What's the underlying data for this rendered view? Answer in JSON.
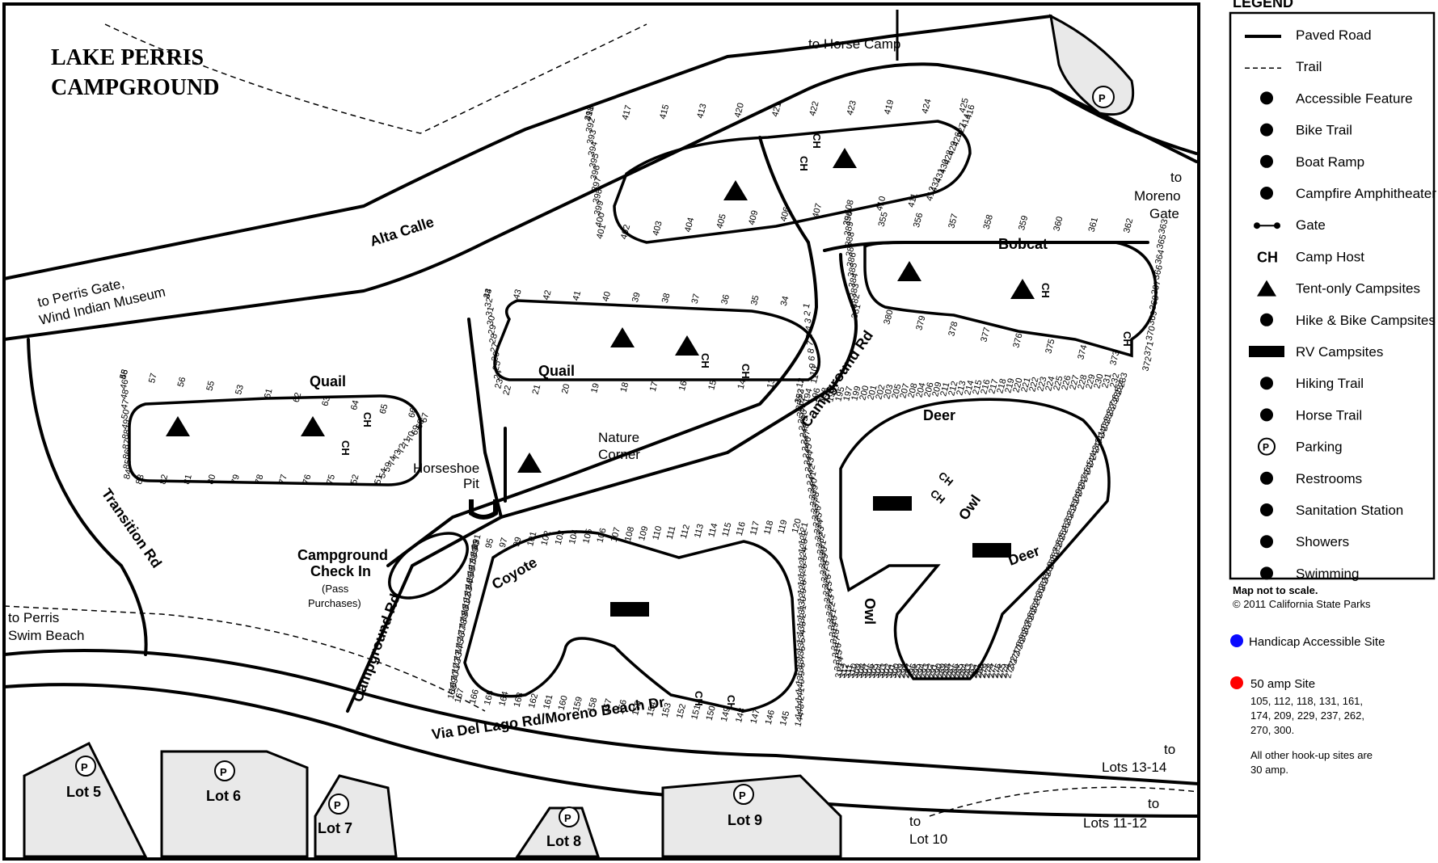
{
  "map": {
    "title_line1": "LAKE PERRIS",
    "title_line2": "CAMPGROUND"
  },
  "roads": {
    "alta_calle": "Alta Calle",
    "campground_rd_upper": "Campground Rd",
    "campground_rd_lower": "Campground Rd",
    "transition_rd": "Transition Rd",
    "via_del_lago": "Via Del Lago Rd/Moreno Beach Dr"
  },
  "directions": {
    "horse_camp": "to Horse Camp",
    "perris_gate_1": "to Perris Gate,",
    "perris_gate_2": "Wind Indian Museum",
    "moreno_gate_1": "to",
    "moreno_gate_2": "Moreno",
    "moreno_gate_3": "Gate",
    "swim_beach_1": "to Perris",
    "swim_beach_2": "Swim Beach",
    "lots_13_14_1": "to",
    "lots_13_14_2": "Lots 13-14",
    "lots_11_12_1": "to",
    "lots_11_12_2": "Lots 11-12",
    "lot_10_1": "to",
    "lot_10_2": "Lot 10"
  },
  "places": {
    "horseshoe_pit_1": "Horseshoe",
    "horseshoe_pit_2": "Pit",
    "nature_corner_1": "Nature",
    "nature_corner_2": "Corner",
    "check_in_1": "Campground",
    "check_in_2": "Check In",
    "check_in_3": "(Pass",
    "check_in_4": "Purchases)"
  },
  "loops": {
    "quail_left": "Quail",
    "quail_mid": "Quail",
    "bobcat": "Bobcat",
    "deer_top": "Deer",
    "deer_right": "Deer",
    "owl_mid": "Owl",
    "owl_left": "Owl",
    "coyote": "Coyote"
  },
  "lots": {
    "lot5": "Lot 5",
    "lot6": "Lot 6",
    "lot7": "Lot 7",
    "lot8": "Lot 8",
    "lot9": "Lot 9"
  },
  "symbols": {
    "parking": "P",
    "camp_host": "CH"
  },
  "legend": {
    "title": "LEGEND",
    "items": [
      {
        "label": "Paved Road",
        "icon": "paved-road-line"
      },
      {
        "label": "Trail",
        "icon": "trail-dashed-line"
      },
      {
        "label": "Accessible Feature",
        "icon": "wheelchair-icon"
      },
      {
        "label": "Bike Trail",
        "icon": "bicycle-icon"
      },
      {
        "label": "Boat Ramp",
        "icon": "boat-ramp-icon"
      },
      {
        "label": "Campfire Amphitheater",
        "icon": "campfire-amphitheater-icon"
      },
      {
        "label": "Gate",
        "icon": "gate-icon"
      },
      {
        "label": "Camp Host",
        "icon": "camp-host-icon"
      },
      {
        "label": "Tent-only Campsites",
        "icon": "tent-icon"
      },
      {
        "label": "Hike & Bike Campsites",
        "icon": "hike-bike-icon"
      },
      {
        "label": "RV Campsites",
        "icon": "rv-icon"
      },
      {
        "label": "Hiking Trail",
        "icon": "footprint-icon"
      },
      {
        "label": "Horse Trail",
        "icon": "horseshoe-icon"
      },
      {
        "label": "Parking",
        "icon": "parking-icon"
      },
      {
        "label": "Restrooms",
        "icon": "restroom-icon"
      },
      {
        "label": "Sanitation Station",
        "icon": "sanitation-icon"
      },
      {
        "label": "Showers",
        "icon": "shower-icon"
      },
      {
        "label": "Swimming",
        "icon": "swimmer-icon"
      }
    ],
    "scale_note": "Map not to scale.",
    "copyright": "© 2011 California State Parks",
    "handicap_site": "Handicap Accessible Site",
    "amp50_title": "50 amp Site",
    "amp50_lines": [
      "105, 112, 118, 131, 161,",
      "174, 209, 229, 237, 262,",
      "270, 300."
    ],
    "other_lines": [
      "All other hook-up sites are",
      "30 amp."
    ],
    "colors": {
      "handicap": "#0a0aff",
      "amp50": "#ff0000"
    }
  },
  "sites": {
    "quail_left": [
      "58",
      "57",
      "56",
      "55",
      "53",
      "61",
      "62",
      "63",
      "64",
      "65",
      "66",
      "67",
      "68",
      "69",
      "70",
      "71",
      "72",
      "73",
      "74",
      "59",
      "54",
      "51",
      "52",
      "75",
      "76",
      "77",
      "78",
      "79",
      "80",
      "81",
      "82",
      "83",
      "84",
      "85",
      "86",
      "87",
      "88",
      "49",
      "50",
      "47",
      "48",
      "46",
      "45"
    ],
    "quail_mid": [
      "44",
      "43",
      "42",
      "41",
      "40",
      "39",
      "38",
      "37",
      "36",
      "35",
      "34",
      "1",
      "2",
      "3",
      "4",
      "5",
      "7",
      "8",
      "6",
      "9",
      "10",
      "11",
      "12",
      "13",
      "14",
      "15",
      "16",
      "17",
      "18",
      "19",
      "20",
      "21",
      "22",
      "23",
      "24",
      "25",
      "26",
      "27",
      "28",
      "29",
      "30",
      "31",
      "32",
      "33"
    ],
    "upper_loop": [
      "418",
      "417",
      "415",
      "413",
      "420",
      "421",
      "422",
      "423",
      "419",
      "424",
      "425",
      "416",
      "414",
      "427",
      "426",
      "429",
      "428",
      "430",
      "431",
      "432",
      "412",
      "411",
      "410",
      "408",
      "407",
      "406",
      "409",
      "405",
      "404",
      "403",
      "402",
      "401",
      "400",
      "399",
      "398",
      "397",
      "396",
      "395",
      "394",
      "393",
      "392",
      "391"
    ],
    "bobcat": [
      "354",
      "355",
      "356",
      "357",
      "358",
      "359",
      "360",
      "361",
      "362",
      "363",
      "365",
      "364",
      "366",
      "367",
      "368",
      "369",
      "370",
      "371",
      "372",
      "373",
      "374",
      "375",
      "376",
      "377",
      "378",
      "379",
      "380",
      "381",
      "382",
      "383",
      "384",
      "385",
      "386",
      "387",
      "388",
      "389",
      "390"
    ],
    "deer_owl": [
      "192",
      "194",
      "196",
      "198",
      "193",
      "195",
      "197",
      "199",
      "200",
      "201",
      "202",
      "203",
      "205",
      "207",
      "208",
      "204",
      "206",
      "209",
      "211",
      "212",
      "213",
      "214",
      "215",
      "216",
      "217",
      "218",
      "219",
      "220",
      "221",
      "222",
      "223",
      "224",
      "225",
      "226",
      "227",
      "228",
      "229",
      "230",
      "231",
      "232",
      "233",
      "234",
      "235",
      "236",
      "237",
      "238",
      "239",
      "240",
      "241",
      "242",
      "243",
      "244",
      "245",
      "246",
      "247",
      "248",
      "249",
      "250",
      "251",
      "252",
      "253",
      "254",
      "255",
      "256",
      "257",
      "258",
      "259",
      "260",
      "261",
      "262",
      "263",
      "264",
      "265",
      "266",
      "267",
      "268",
      "269",
      "270",
      "271",
      "272",
      "273",
      "274",
      "275",
      "276",
      "277",
      "278",
      "279",
      "280",
      "281",
      "282",
      "283",
      "284",
      "285",
      "286",
      "287",
      "288",
      "289",
      "290",
      "291",
      "292",
      "293",
      "294",
      "295",
      "296",
      "297",
      "298",
      "299",
      "300",
      "301",
      "302",
      "303",
      "304",
      "305",
      "306",
      "307",
      "308",
      "309",
      "310",
      "311",
      "312",
      "313",
      "314",
      "315",
      "316",
      "317",
      "318",
      "319",
      "320",
      "321",
      "322",
      "323",
      "324",
      "325",
      "326",
      "327",
      "328",
      "329",
      "330",
      "331",
      "332",
      "333",
      "334",
      "335",
      "336",
      "337",
      "338",
      "339",
      "340",
      "341",
      "342",
      "343",
      "344",
      "345",
      "346",
      "347",
      "348",
      "349",
      "350",
      "351",
      "352",
      "353"
    ],
    "coyote": [
      "93",
      "95",
      "97",
      "99",
      "101",
      "102",
      "103",
      "104",
      "105",
      "106",
      "107",
      "108",
      "109",
      "110",
      "111",
      "112",
      "113",
      "114",
      "115",
      "116",
      "117",
      "118",
      "119",
      "120",
      "121",
      "122",
      "123",
      "124",
      "125",
      "126",
      "127",
      "128",
      "129",
      "130",
      "131",
      "132",
      "133",
      "134",
      "135",
      "136",
      "137",
      "138",
      "139",
      "140",
      "141",
      "142",
      "143",
      "144",
      "145",
      "146",
      "147",
      "148",
      "149",
      "150",
      "151",
      "152",
      "153",
      "154",
      "155",
      "156",
      "157",
      "158",
      "159",
      "160",
      "161",
      "162",
      "163",
      "164",
      "165",
      "166",
      "167",
      "168",
      "169",
      "170",
      "171",
      "172",
      "173",
      "174",
      "175",
      "176",
      "177",
      "178",
      "179",
      "180",
      "181",
      "182",
      "183",
      "184",
      "185",
      "186",
      "187",
      "188",
      "189",
      "190",
      "191"
    ]
  }
}
